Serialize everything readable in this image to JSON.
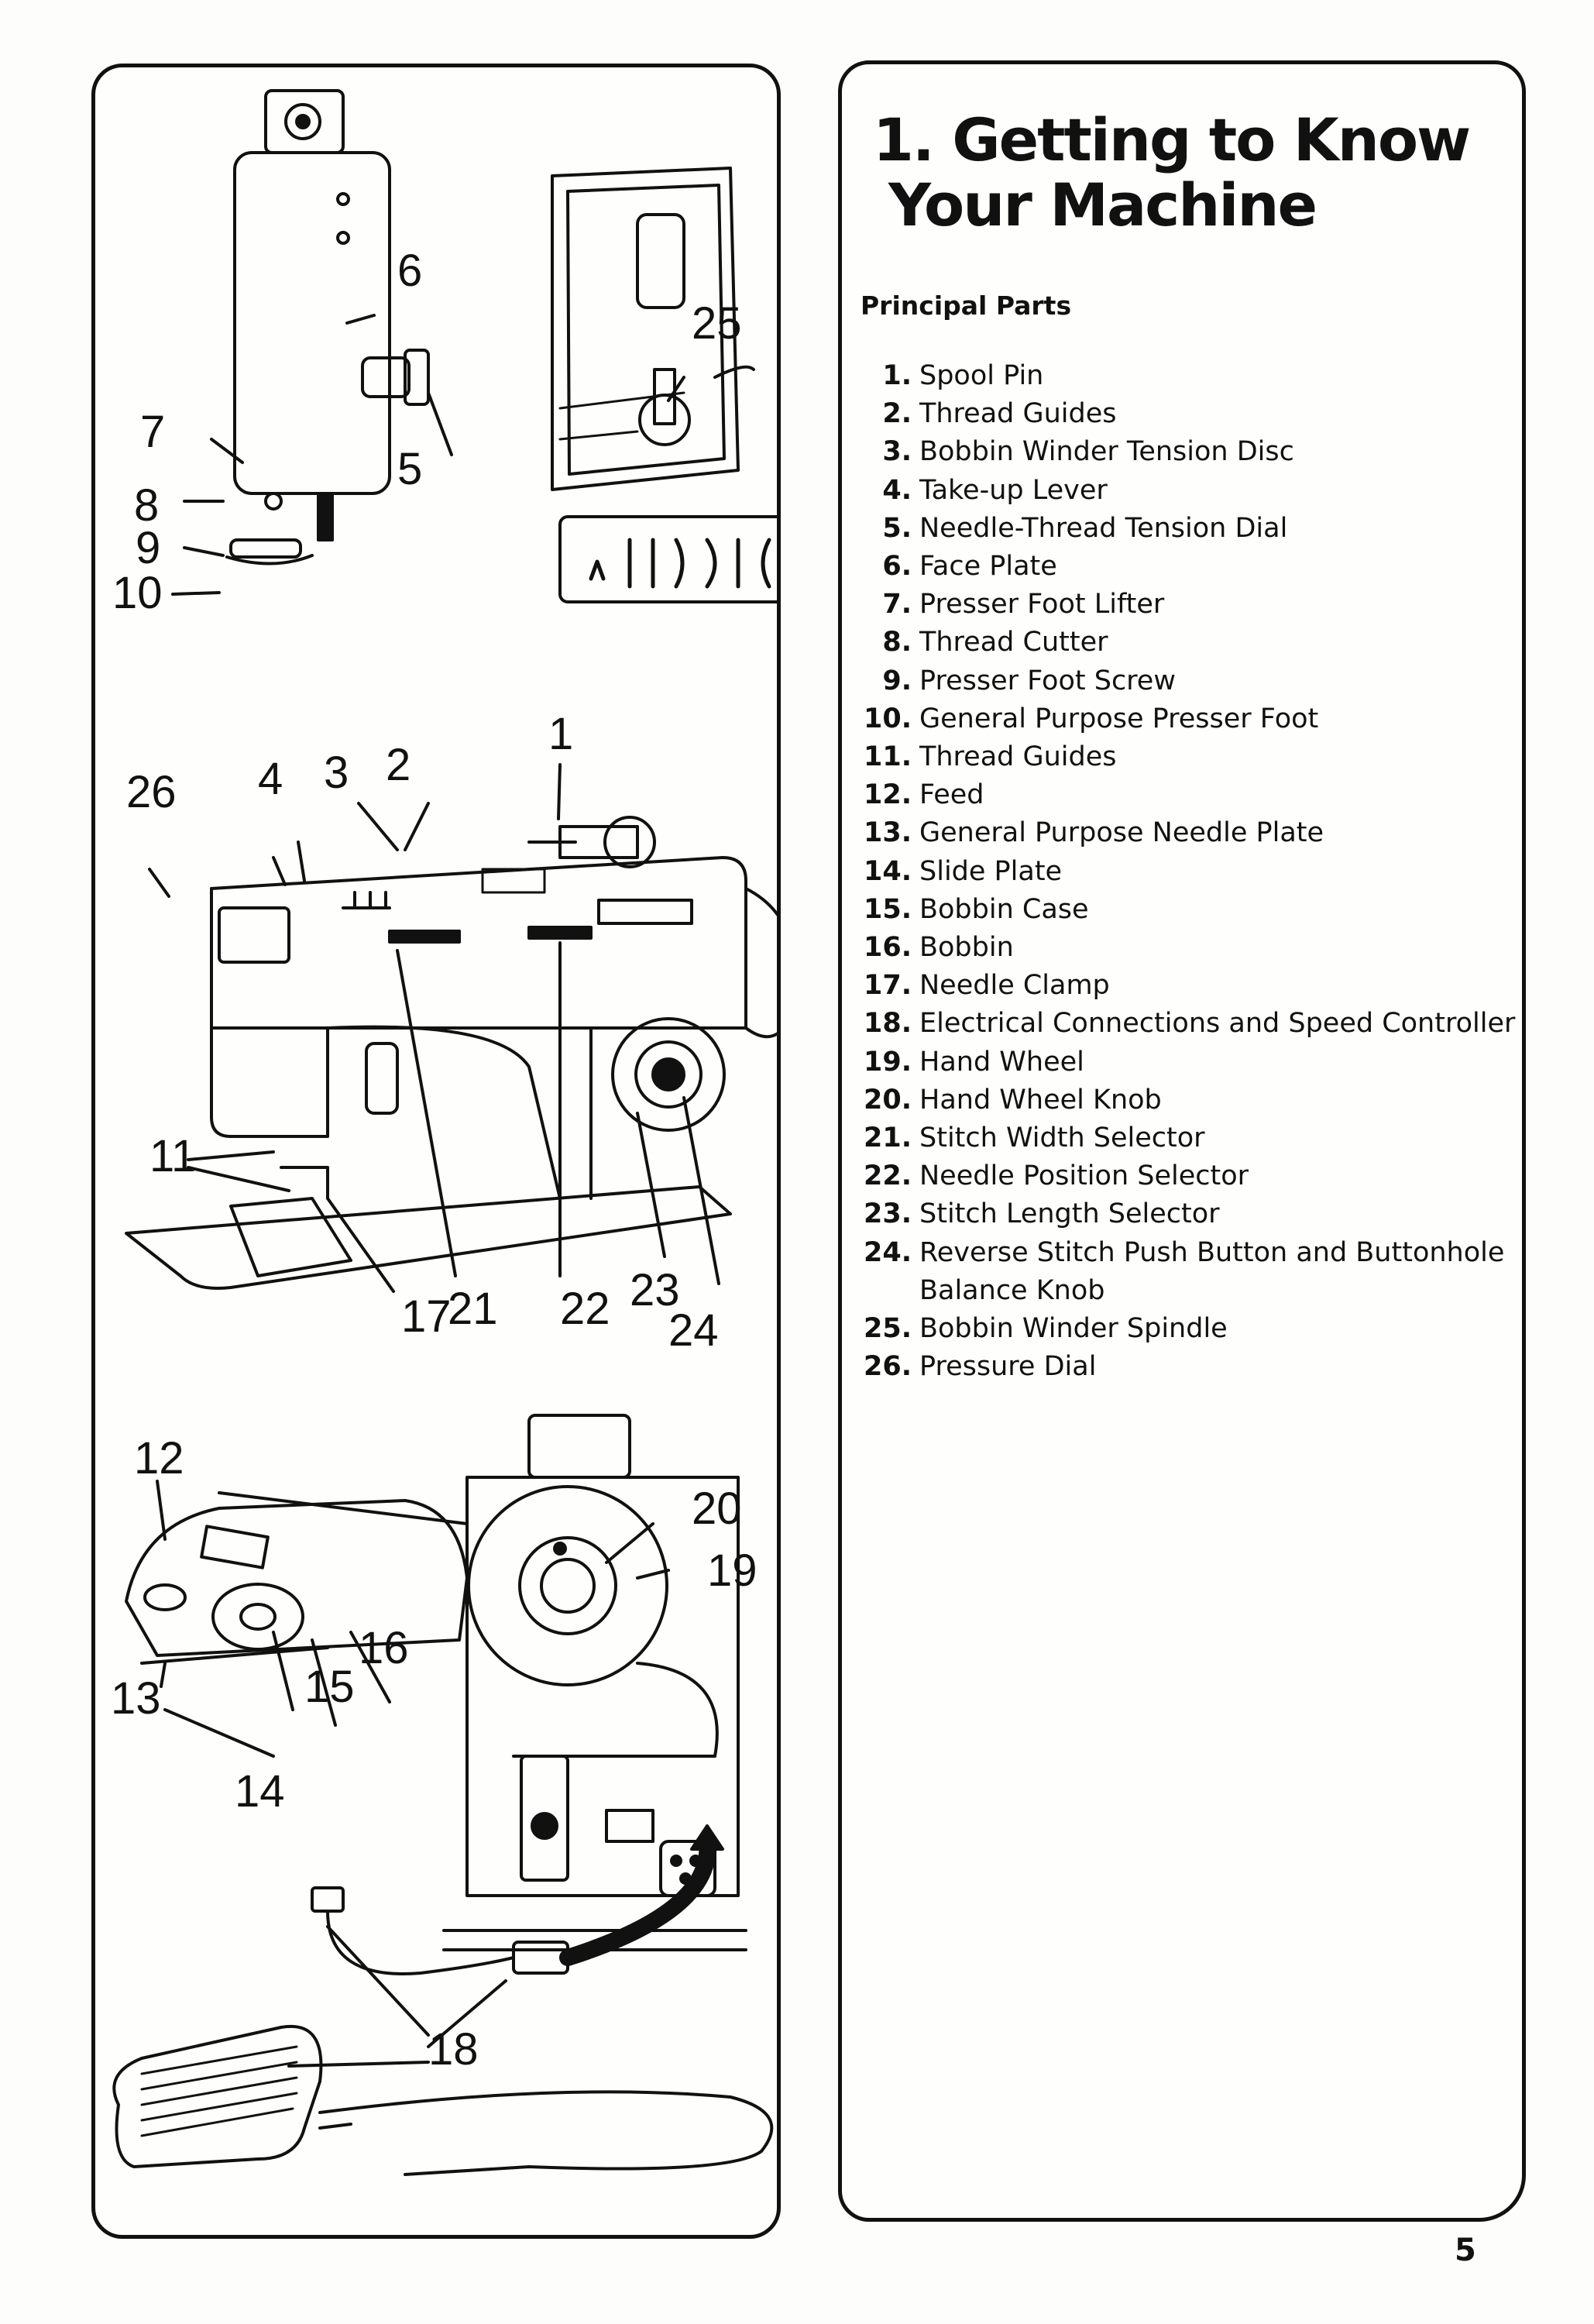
{
  "title_line1": "1. Getting to Know",
  "title_line2": "Your Machine",
  "subtitle": "Principal Parts",
  "parts": [
    {
      "num": "1.",
      "label": "Spool Pin"
    },
    {
      "num": "2.",
      "label": "Thread Guides"
    },
    {
      "num": "3.",
      "label": "Bobbin Winder Tension Disc"
    },
    {
      "num": "4.",
      "label": "Take-up Lever"
    },
    {
      "num": "5.",
      "label": "Needle-Thread Tension Dial"
    },
    {
      "num": "6.",
      "label": "Face Plate"
    },
    {
      "num": "7.",
      "label": "Presser Foot Lifter"
    },
    {
      "num": "8.",
      "label": "Thread Cutter"
    },
    {
      "num": "9.",
      "label": "Presser Foot Screw"
    },
    {
      "num": "10.",
      "label": "General Purpose Presser Foot"
    },
    {
      "num": "11.",
      "label": "Thread Guides"
    },
    {
      "num": "12.",
      "label": "Feed"
    },
    {
      "num": "13.",
      "label": "General Purpose Needle Plate"
    },
    {
      "num": "14.",
      "label": "Slide Plate"
    },
    {
      "num": "15.",
      "label": "Bobbin Case"
    },
    {
      "num": "16.",
      "label": "Bobbin"
    },
    {
      "num": "17.",
      "label": "Needle Clamp"
    },
    {
      "num": "18.",
      "label": "Electrical Connections and Speed Controller"
    },
    {
      "num": "19.",
      "label": "Hand Wheel"
    },
    {
      "num": "20.",
      "label": "Hand Wheel Knob"
    },
    {
      "num": "21.",
      "label": "Stitch Width Selector"
    },
    {
      "num": "22.",
      "label": "Needle Position Selector"
    },
    {
      "num": "23.",
      "label": "Stitch Length Selector"
    },
    {
      "num": "24.",
      "label": "Reverse Stitch Push Button and Buttonhole Balance Knob"
    },
    {
      "num": "25.",
      "label": "Bobbin Winder Spindle"
    },
    {
      "num": "26.",
      "label": "Pressure Dial"
    }
  ],
  "callouts": {
    "fig1": [
      "6",
      "25",
      "7",
      "5",
      "8",
      "9",
      "10"
    ],
    "fig2": [
      "26",
      "4",
      "3",
      "2",
      "1",
      "11",
      "17",
      "21",
      "22",
      "23",
      "24"
    ],
    "fig3": [
      "12",
      "20",
      "19",
      "16",
      "13",
      "15",
      "14"
    ],
    "fig4": [
      "18"
    ]
  },
  "page_number": "5"
}
